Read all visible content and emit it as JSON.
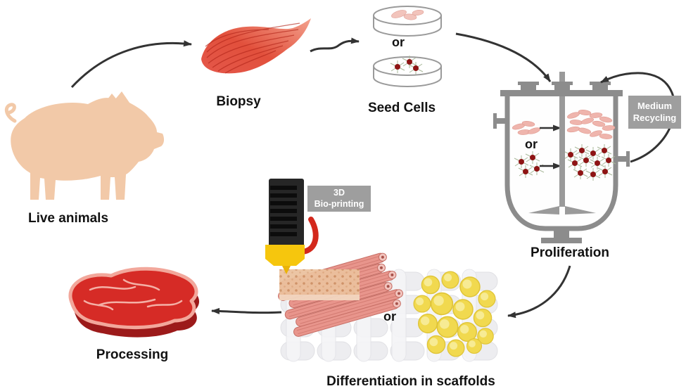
{
  "figure": {
    "type": "process-diagram",
    "subject": "cultured meat production workflow",
    "labels": {
      "live_animals": "Live animals",
      "biopsy": "Biopsy",
      "seed_cells": "Seed Cells",
      "proliferation": "Proliferation",
      "differentiation": "Differentiation in scaffolds",
      "processing": "Processing",
      "or": "or"
    },
    "badges": {
      "medium_recycling": {
        "line1": "Medium",
        "line2": "Recycling",
        "bg": "#9e9e9e",
        "text_color": "#ffffff"
      },
      "bioprinting": {
        "line1": "3D",
        "line2": "Bio-printing",
        "bg": "#9e9e9e",
        "text_color": "#ffffff"
      }
    },
    "colors": {
      "background": "#ffffff",
      "arrow": "#333333",
      "pig": "#f2c9a8",
      "muscle_light": "#f5a893",
      "muscle_dark": "#d6301f",
      "reactor_gray": "#8c8c8c",
      "badge_gray": "#9e9e9e",
      "printer_black": "#262626",
      "nozzle_yellow": "#f6c60d",
      "tube_red": "#d3281c",
      "pink_cell": "#efb5ad",
      "red_cell": "#8e1414",
      "scaffold": "#ededf0",
      "fiber_pink": "#e8958c",
      "fat_yellow": "#f1d94f",
      "meat_red": "#d62b26",
      "meat_rim": "#f2a79b",
      "label_text": "#121212"
    }
  }
}
